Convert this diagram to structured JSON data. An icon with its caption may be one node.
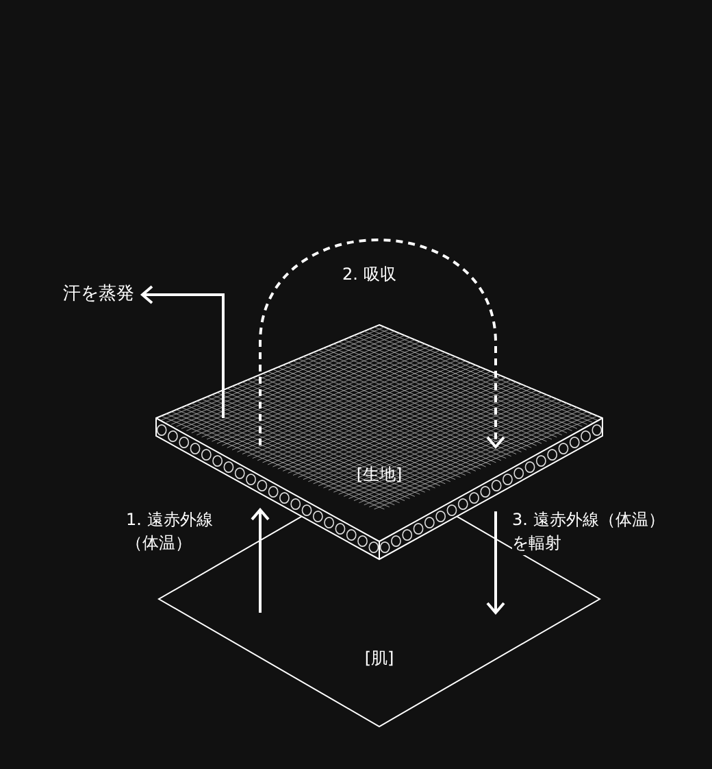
{
  "diagram": {
    "nodes": [
      {
        "text": [
          "汗を蒸発"
        ]
      },
      {
        "text": [
          "[生地]"
        ]
      },
      {
        "text": [
          "[肌]"
        ]
      }
    ],
    "edges": [
      {
        "from": 1,
        "to": 0,
        "arrow": "to"
      },
      {
        "from": 1,
        "to": 1,
        "arrow": "to",
        "style": "dashed",
        "label": "2. 吸収"
      },
      {
        "from": 2,
        "to": 1,
        "arrow": "to",
        "label": "1. 遠赤外線（体温）"
      },
      {
        "from": 1,
        "to": 2,
        "arrow": "to",
        "label": "3. 遠赤外線（体温）を輻射"
      }
    ]
  }
}
